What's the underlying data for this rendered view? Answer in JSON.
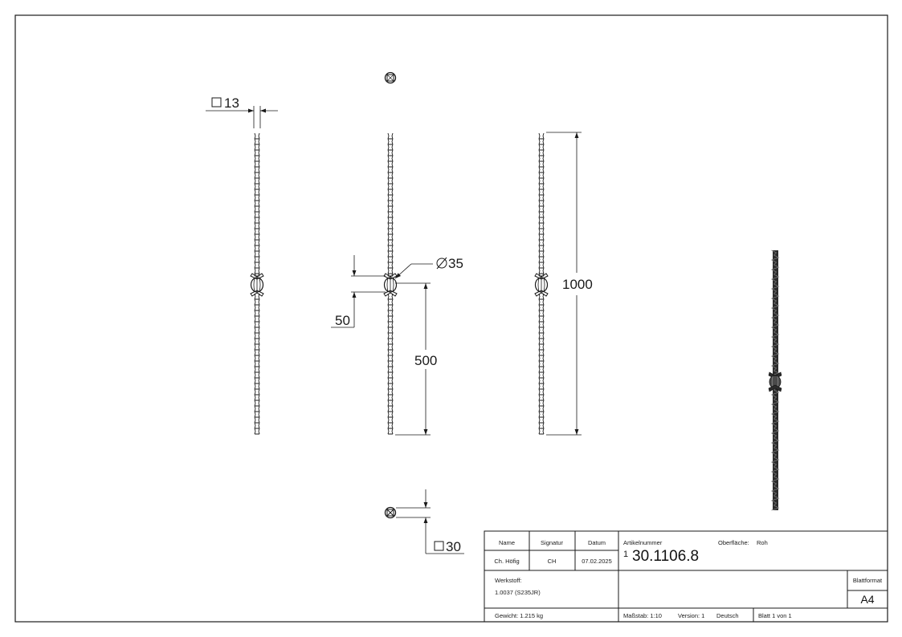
{
  "dimensions": {
    "bar_square": "13",
    "ball_diameter": "35",
    "ball_offset": "50",
    "ball_height": "500",
    "total_length": "1000",
    "base_square": "30"
  },
  "title_block": {
    "headers": {
      "name": "Name",
      "signature": "Signatur",
      "date": "Datum"
    },
    "name": "Ch. Höfig",
    "signature": "CH",
    "date": "07.02.2025",
    "article_label": "Artikelnummer",
    "surface_label": "Oberfläche:",
    "surface_value": "Roh",
    "revision": "1",
    "article_number": "30.1106.8",
    "material_label": "Werkstoff:",
    "material_value": "1.0037 (S235JR)",
    "format_label": "Blattformat",
    "format_value": "A4",
    "weight": "Gewicht: 1.215 kg",
    "scale": "Maßstab: 1:10",
    "version": "Version: 1",
    "language": "Deutsch",
    "sheet": "Blatt 1 von 1"
  },
  "colors": {
    "line": "#1a1a1a",
    "background": "#ffffff",
    "iso_dark": "#2b2b2b"
  }
}
